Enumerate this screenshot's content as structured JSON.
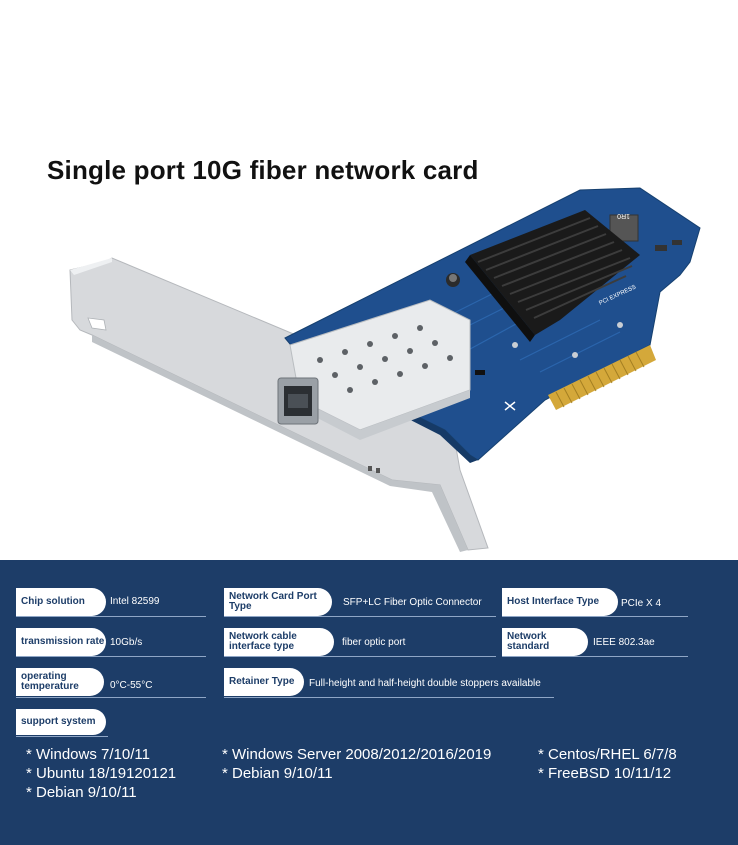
{
  "title": "Single port 10G fiber network card",
  "product": {
    "silkscreen_1": "1R0",
    "silkscreen_2": "PCI EXPRESS",
    "colors": {
      "pcb": "#1f4f8e",
      "heatsink": "#1a1a1a",
      "bracket": "#d7d9dc",
      "gold_fingers": "#d4a83a"
    }
  },
  "specs": {
    "chip_solution": {
      "label": "Chip solution",
      "value": "Intel 82599"
    },
    "port_type": {
      "label_line1": "Network Card Port",
      "label_line2": "Type",
      "value": "SFP+LC Fiber Optic Connector"
    },
    "host_interface": {
      "label": "Host Interface Type",
      "value": "PCIe X 4"
    },
    "transmission_rate": {
      "label": "transmission rate",
      "value": "10Gb/s"
    },
    "cable_type": {
      "label_line1": "Network cable",
      "label_line2": "interface type",
      "value": "fiber optic port"
    },
    "network_standard": {
      "label_line1": "Network",
      "label_line2": "standard",
      "value": "IEEE 802.3ae"
    },
    "operating_temp": {
      "label_line1": "operating",
      "label_line2": "temperature",
      "value": "0°C-55°C"
    },
    "retainer_type": {
      "label": "Retainer Type",
      "value": "Full-height and half-height double stoppers available"
    },
    "support_system": {
      "label": "support system"
    }
  },
  "os_support": {
    "col1": [
      "* Windows 7/10/11",
      "* Ubuntu 18/19120121",
      "* Debian 9/10/11"
    ],
    "col2": [
      "* Windows Server 2008/2012/2016/2019",
      "* Debian 9/10/11"
    ],
    "col3": [
      "* Centos/RHEL 6/7/8",
      "* FreeBSD 10/11/12"
    ]
  },
  "colors": {
    "panel_bg": "#1d3d68",
    "pill_bg": "#ffffff",
    "pill_text": "#1d3d68",
    "value_text": "#ffffff",
    "divider": "#8fa6c6"
  }
}
